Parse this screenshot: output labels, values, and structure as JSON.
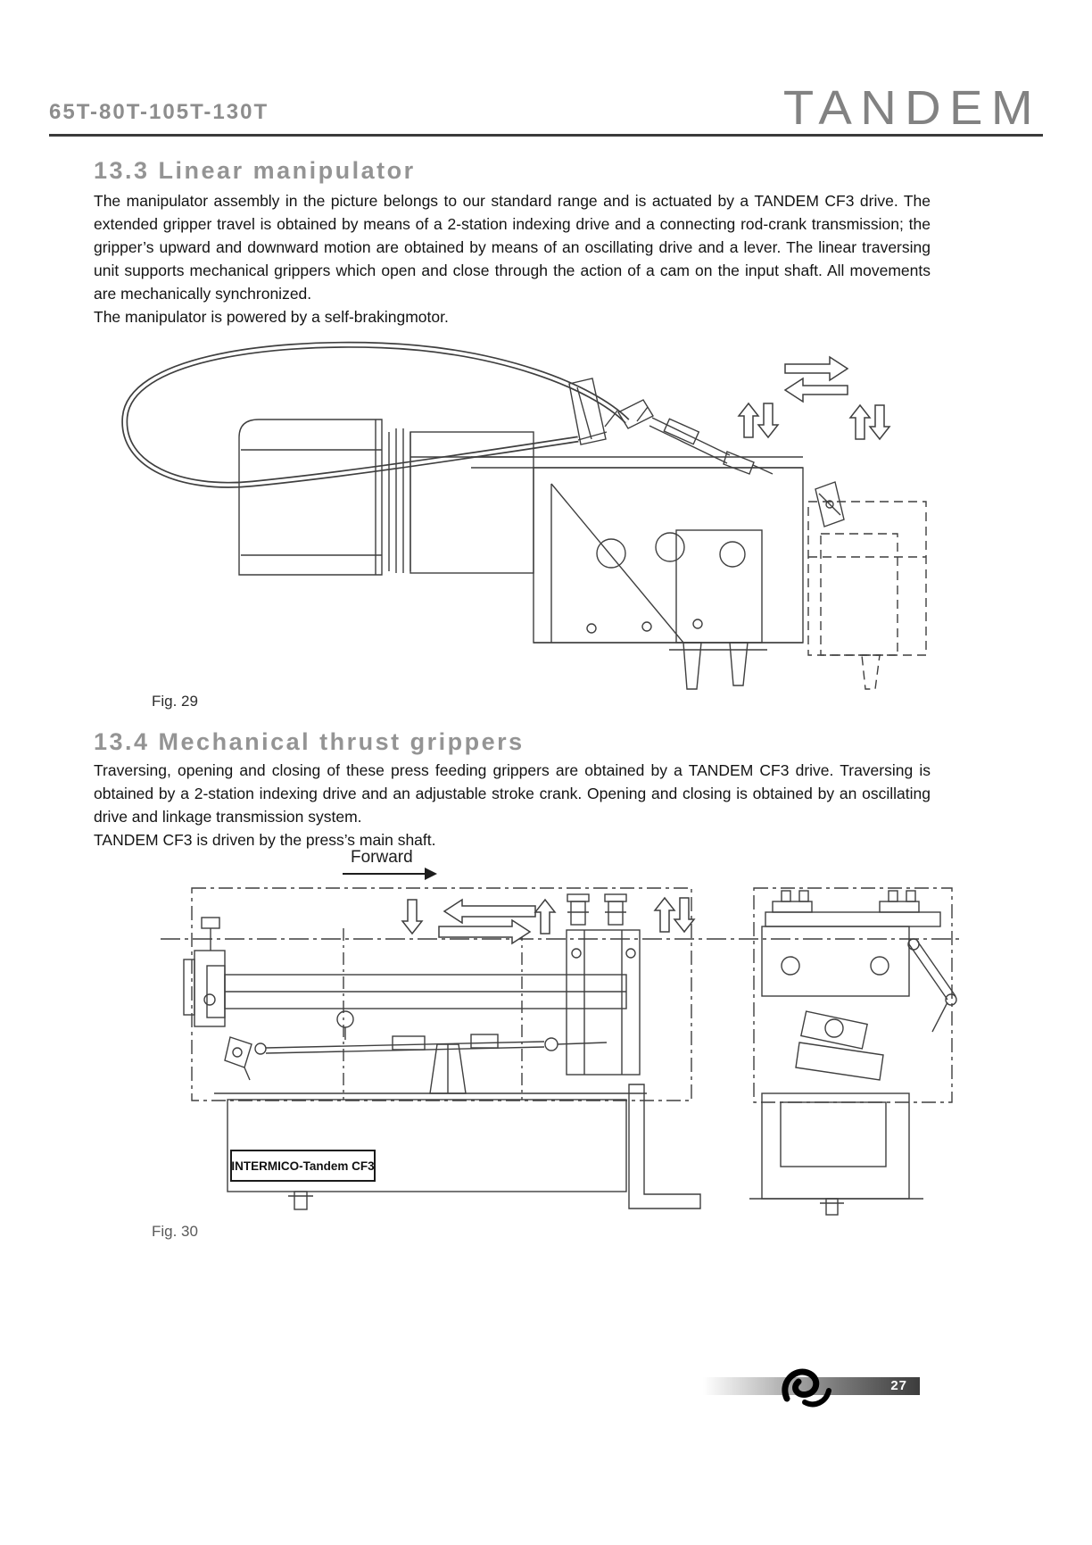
{
  "header": {
    "models": "65T-80T-105T-130T",
    "brand": "TANDEM"
  },
  "sections": {
    "linear_manipulator": {
      "heading": "13.3 Linear manipulator",
      "body": "The manipulator assembly in the picture belongs to our standard range and is actuated by a TANDEM CF3 drive. The extended gripper travel is obtained by means of a 2-station indexing drive and a connecting rod-crank transmission; the gripper’s upward and downward motion are obtained by means of an oscillating drive and a lever. The linear traversing unit supports mechanical grippers which open and close through the action of a cam on the input shaft. All movements are mechanically synchronized.",
      "body2": "The manipulator is powered by a self-brakingmotor.",
      "figure_caption": "Fig. 29"
    },
    "thrust_grippers": {
      "heading": "13.4 Mechanical thrust grippers",
      "body": "Traversing, opening and closing of these press feeding grippers are obtained by a TANDEM CF3 drive. Traversing is obtained by a 2-station indexing drive and an adjustable stroke crank. Opening and closing is obtained by an oscillating drive and linkage transmission system.",
      "body2": "TANDEM CF3 is driven by the press’s main shaft.",
      "figure": {
        "forward_label": "Forward",
        "machine_label": "INTERMICO-Tandem CF3"
      },
      "figure_caption": "Fig. 30"
    }
  },
  "footer": {
    "page_number": "27"
  },
  "colors": {
    "heading_gray": "#949494",
    "rule_dark": "#3a3a3a",
    "drawing_line": "#3f3f3f"
  }
}
